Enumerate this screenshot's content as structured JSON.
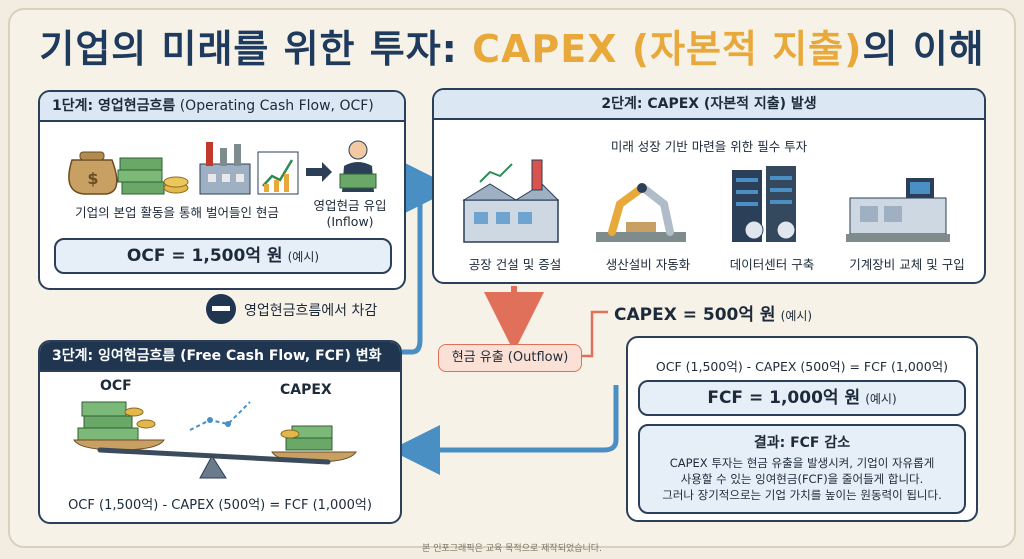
{
  "title": {
    "main": "기업의 미래를 위한 투자: ",
    "accent": "CAPEX (자본적 지출)",
    "suffix": "의 이해"
  },
  "step1": {
    "heading": "1단계: 영업현금흐름",
    "heading_light": " (Operating Cash Flow, OCF)",
    "caption_left": "기업의 본업 활동을 통해 벌어들인 현금",
    "caption_right_1": "영업현금 유입",
    "caption_right_2": "(Inflow)",
    "formula": "OCF = 1,500억 원",
    "formula_note": "(예시)"
  },
  "minus_label": "영업현금흐름에서 차감",
  "step2": {
    "heading": "2단계: CAPEX (자본적 지출) 발생",
    "subtitle": "미래 성장 기반 마련을 위한 필수 투자",
    "items": [
      {
        "label": "공장 건설 및 증설"
      },
      {
        "label": "생산설비 자동화"
      },
      {
        "label": "데이터센터 구축"
      },
      {
        "label": "기계장비 교체 및 구입"
      }
    ]
  },
  "outflow": {
    "label": "현금 유출 (Outflow)"
  },
  "capex_amount": {
    "value": "CAPEX = 500억 원",
    "note": "(예시)"
  },
  "step3": {
    "heading": "3단계: 잉여현금흐름 (Free Cash Flow, FCF) 변화",
    "label_ocf": "OCF",
    "label_capex": "CAPEX",
    "formula": "OCF (1,500억) - CAPEX (500억) = FCF (1,000억)"
  },
  "result_panel": {
    "formula": "OCF (1,500억) - CAPEX (500억) = FCF (1,000억)",
    "fcf": "FCF = 1,000억 원",
    "fcf_note": "(예시)",
    "result_title": "결과: FCF 감소",
    "result_line1": "CAPEX 투자는 현금 유출을 발생시켜, 기업이 자유롭게",
    "result_line2": "사용할 수 있는 잉여현금(FCF)을 줄어들게 합니다.",
    "result_line3": "그러나 장기적으로는 기업 가치를 높이는 원동력이 됩니다."
  },
  "footer": "본 인포그래픽은 교육 목적으로 제작되었습니다.",
  "colors": {
    "navy": "#1f3550",
    "accent": "#e8a93a",
    "arrow_blue": "#4a8fc4",
    "arrow_red": "#e0705a"
  }
}
